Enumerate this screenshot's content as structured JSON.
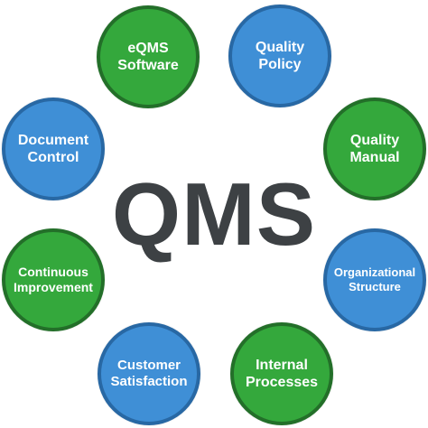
{
  "title": "QMS",
  "nodes": [
    {
      "id": "eqms-software",
      "label": "eQMS\nSoftware",
      "color": "green"
    },
    {
      "id": "quality-policy",
      "label": "Quality\nPolicy",
      "color": "blue"
    },
    {
      "id": "quality-manual",
      "label": "Quality\nManual",
      "color": "green"
    },
    {
      "id": "organizational-structure",
      "label": "Organizational\nStructure",
      "color": "blue"
    },
    {
      "id": "internal-processes",
      "label": "Internal\nProcesses",
      "color": "green"
    },
    {
      "id": "customer-satisfaction",
      "label": "Customer\nSatisfaction",
      "color": "blue"
    },
    {
      "id": "continuous-improvement",
      "label": "Continuous\nImprovement",
      "color": "green"
    },
    {
      "id": "document-control",
      "label": "Document\nControl",
      "color": "blue"
    }
  ],
  "colors": {
    "green_fill": "#34a83c",
    "green_border": "#236f29",
    "blue_fill": "#3f8fd6",
    "blue_border": "#2868a4",
    "title": "#3d4144"
  }
}
